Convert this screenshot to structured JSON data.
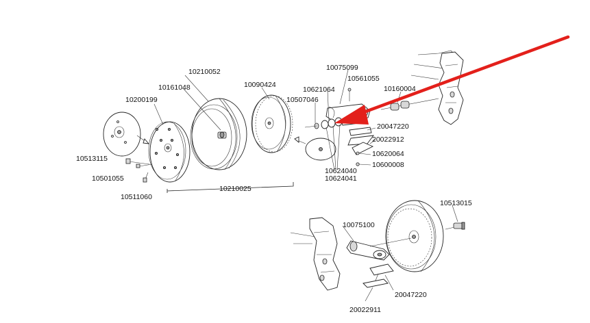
{
  "diagram": {
    "part_labels": [
      "10210052",
      "10161048",
      "10200199",
      "10090424",
      "10075099",
      "10561055",
      "10621064",
      "10507046",
      "10160004",
      "20047220",
      "20022912",
      "10513115",
      "10501055",
      "10511060",
      "10210025",
      "10620064",
      "10624040",
      "10600008",
      "10624041",
      "10513015",
      "10075100",
      "20047220",
      "20022911"
    ]
  },
  "annotation": {
    "arrow_color": "#e3201b"
  }
}
